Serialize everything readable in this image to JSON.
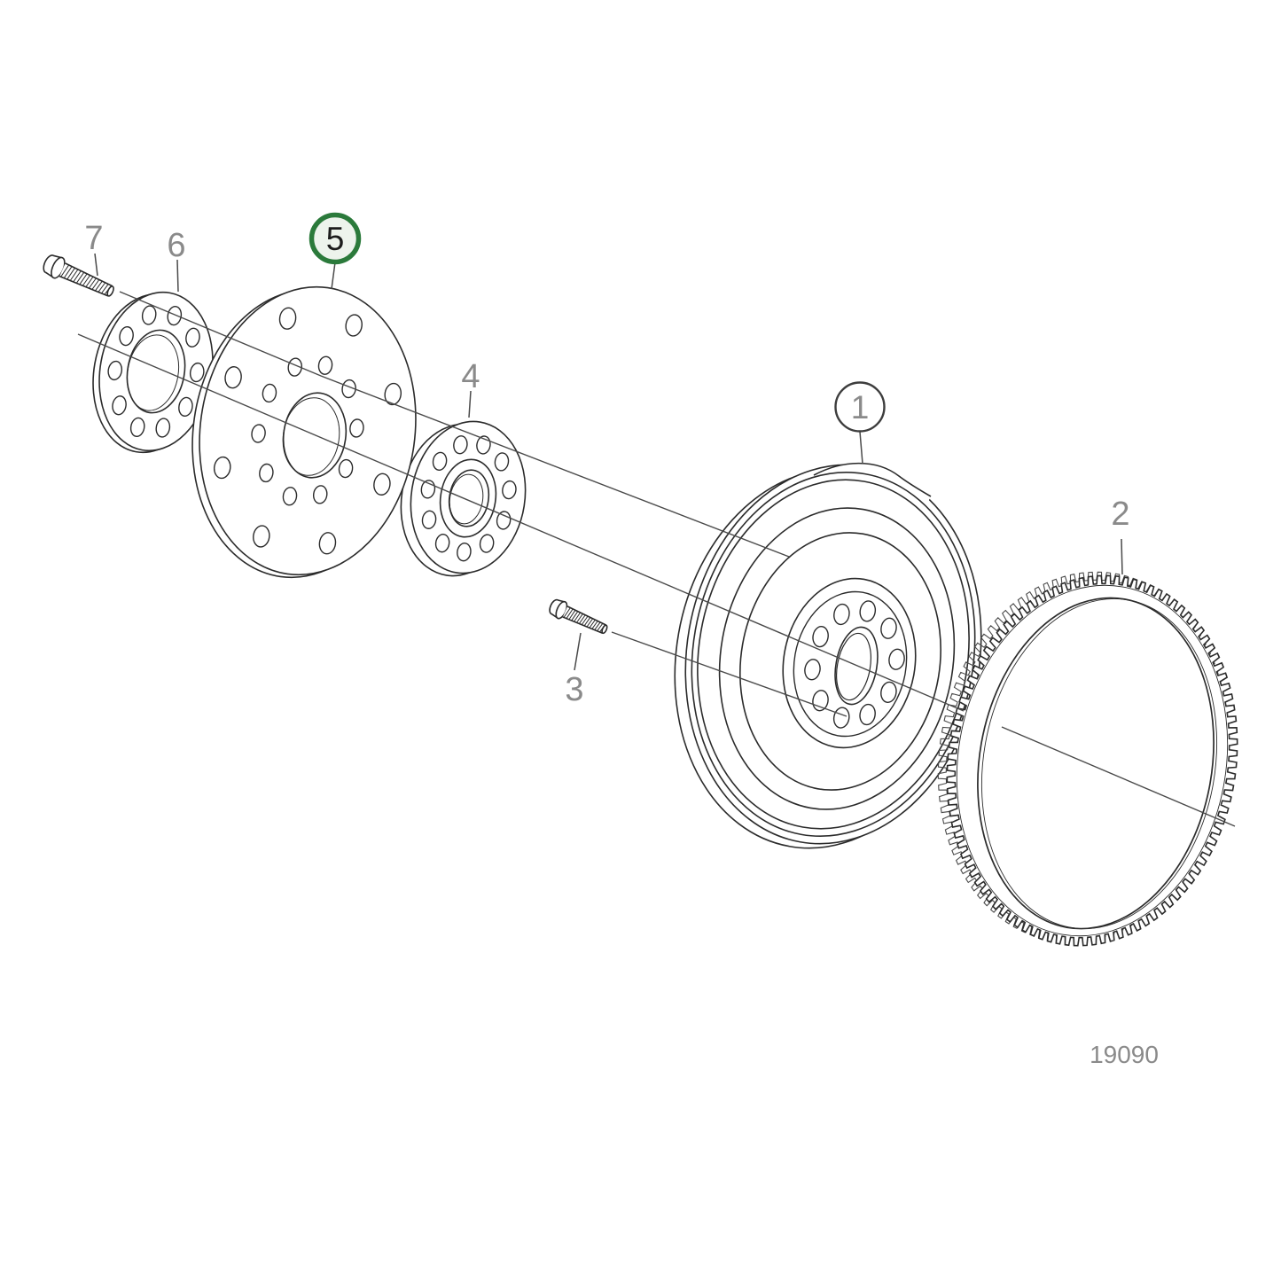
{
  "diagram": {
    "figure_number": "19090",
    "line_color": "#2b2b2b",
    "construction_line_color": "#4a4a4a",
    "label_color": "#8a8a8a",
    "callouts": {
      "c1": "1",
      "c2": "2",
      "c3": "3",
      "c4": "4",
      "c5": "5",
      "c6": "6",
      "c7": "7"
    },
    "highlight": {
      "callout": "5",
      "ring_color": "#2b7a3b",
      "fill_color": "#edf3ec",
      "text_color": "#1c1c1c"
    }
  }
}
